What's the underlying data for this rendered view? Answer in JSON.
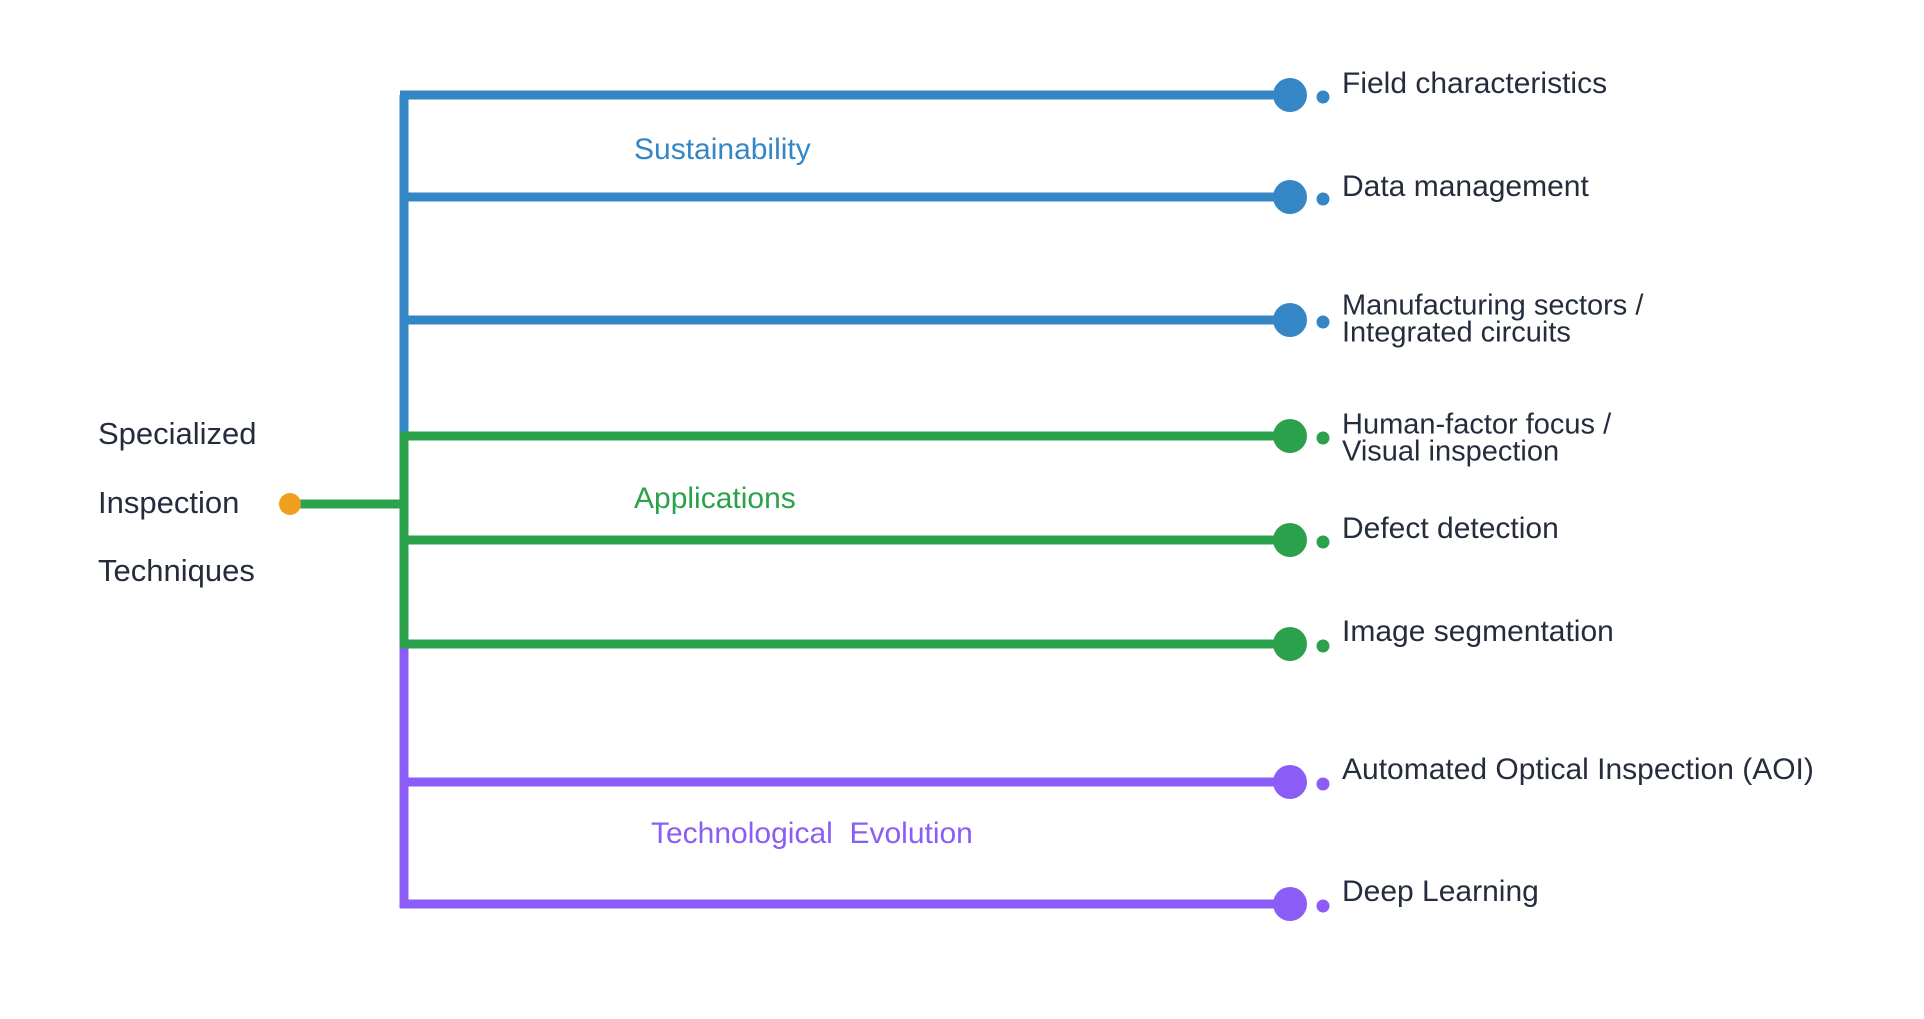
{
  "diagram": {
    "type": "dendrogram",
    "orientation": "horizontal-left-to-right",
    "background_color": "#ffffff",
    "label_text_color": "#252d3d",
    "root": {
      "name": "root-node",
      "line1": "Specialized",
      "line2": "Inspection",
      "line3": "Techniques",
      "marker_color": "#f0a01e",
      "connector_color": "#2ca14c"
    },
    "clusters": [
      {
        "id": "sustainability",
        "label": "Sustainability",
        "color": "#3586c4",
        "leaves": [
          {
            "id": "field-characteristics",
            "line1": "Field characteristics",
            "line2": ""
          },
          {
            "id": "data-management",
            "line1": "Data management",
            "line2": ""
          },
          {
            "id": "manufacturing-sectors",
            "line1": "Manufacturing sectors /",
            "line2": "Integrated circuits"
          }
        ]
      },
      {
        "id": "applications",
        "label": "Applications",
        "color": "#2ca14c",
        "leaves": [
          {
            "id": "human-factor-focus",
            "line1": "Human-factor focus /",
            "line2": "Visual inspection"
          },
          {
            "id": "defect-detection",
            "line1": "Defect detection",
            "line2": ""
          },
          {
            "id": "image-segmentation",
            "line1": "Image segmentation",
            "line2": ""
          }
        ]
      },
      {
        "id": "technological-evolution",
        "label": "Technological  Evolution",
        "color": "#8b5cf6",
        "leaves": [
          {
            "id": "automated-optical-inspection",
            "line1": "Automated Optical Inspection (AOI)",
            "line2": ""
          },
          {
            "id": "deep-learning",
            "line1": "Deep Learning",
            "line2": ""
          }
        ]
      }
    ]
  }
}
